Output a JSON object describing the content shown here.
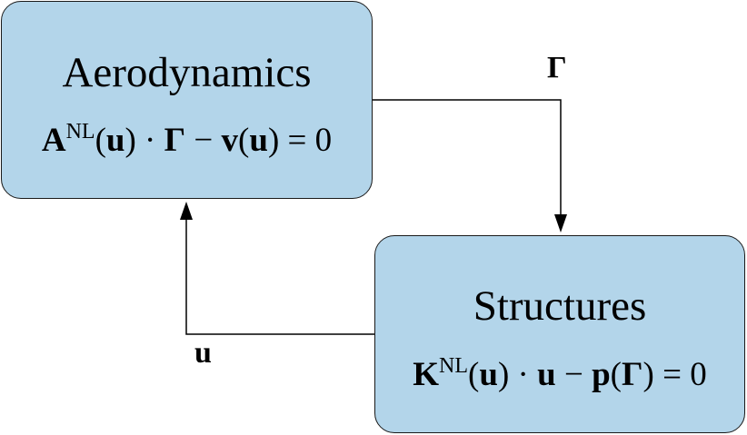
{
  "aerodynamics": {
    "title": "Aerodynamics",
    "eq": {
      "m1": "A",
      "s1": "NL",
      "p1": "(",
      "m2": "u",
      "p2": ") · ",
      "m3": "Γ",
      "p3": " − ",
      "m4": "v",
      "p4": "(",
      "m5": "u",
      "p5": ") = 0"
    }
  },
  "structures": {
    "title": "Structures",
    "eq": {
      "m1": "K",
      "s1": "NL",
      "p1": "(",
      "m2": "u",
      "p2": ") · ",
      "m3": "u",
      "p3": " − ",
      "m4": "p",
      "p4": "(",
      "m5": "Γ",
      "p5": ") = 0"
    }
  },
  "arrows": {
    "gamma_label": "Γ",
    "u_label": "u"
  },
  "colors": {
    "box_fill": "#b3d5ea",
    "line": "#000000"
  }
}
